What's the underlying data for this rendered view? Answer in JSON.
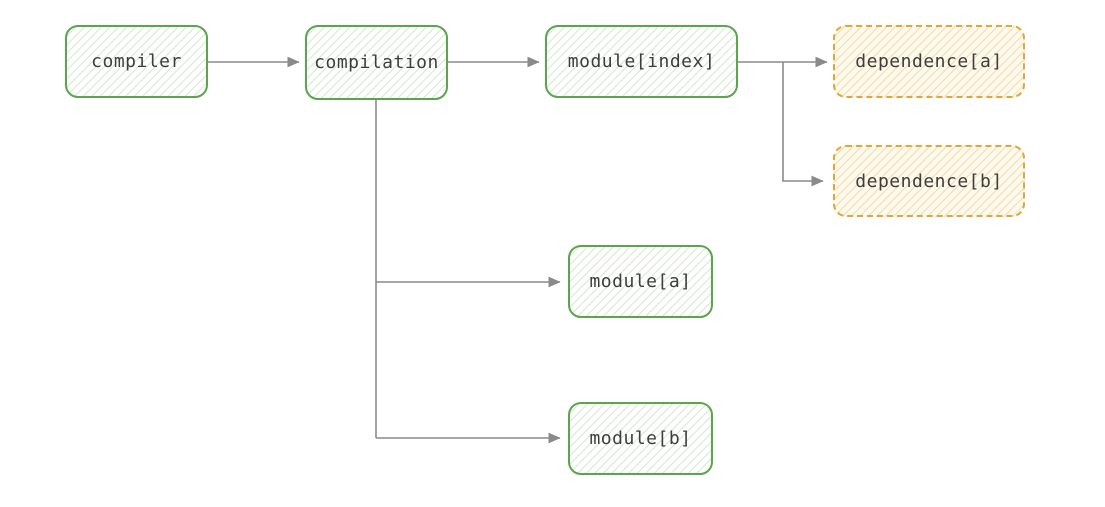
{
  "diagram": {
    "type": "flowchart",
    "background": "#ffffff"
  },
  "nodes": [
    {
      "id": "compiler",
      "label": "compiler",
      "style": "solid-green"
    },
    {
      "id": "compilation",
      "label": "compilation",
      "style": "solid-green"
    },
    {
      "id": "module-index",
      "label": "module[index]",
      "style": "solid-green"
    },
    {
      "id": "dependence-a",
      "label": "dependence[a]",
      "style": "dashed-yellow"
    },
    {
      "id": "dependence-b",
      "label": "dependence[b]",
      "style": "dashed-yellow"
    },
    {
      "id": "module-a",
      "label": "module[a]",
      "style": "solid-green"
    },
    {
      "id": "module-b",
      "label": "module[b]",
      "style": "solid-green"
    }
  ],
  "edges": [
    {
      "from": "compiler",
      "to": "compilation"
    },
    {
      "from": "compilation",
      "to": "module-index"
    },
    {
      "from": "module-index",
      "to": "dependence-a"
    },
    {
      "from": "module-index",
      "to": "dependence-b"
    },
    {
      "from": "compilation",
      "to": "module-a"
    },
    {
      "from": "compilation",
      "to": "module-b"
    }
  ],
  "colors": {
    "bg": "#ffffff",
    "green_stroke": "#5ba54c",
    "green_hatch": "#d7e8cf",
    "yellow_stroke": "#e0a63c",
    "yellow_fill": "#fdf9ec",
    "yellow_hatch": "#f1deae",
    "text_color": "#3d3d3d",
    "arrow_color": "#8a8a8a"
  }
}
